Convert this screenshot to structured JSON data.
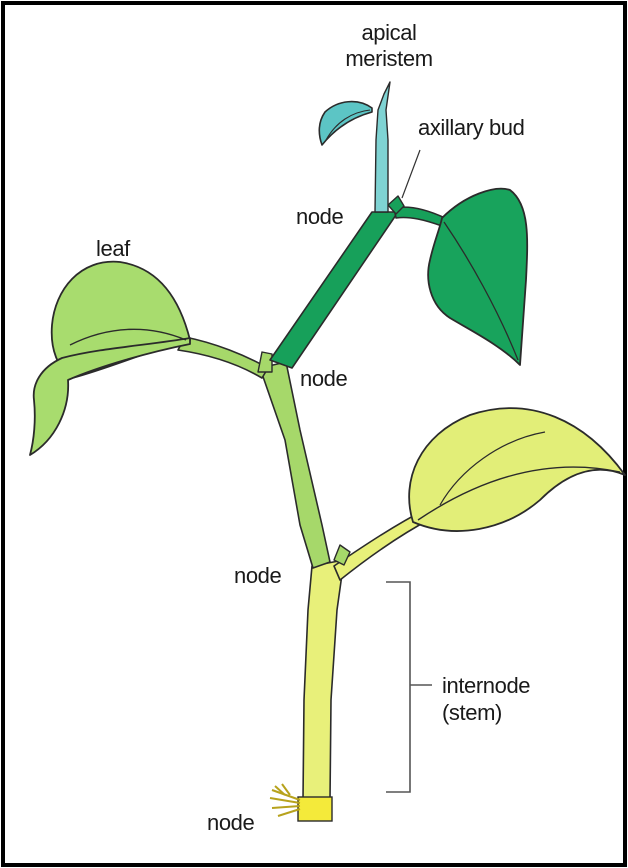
{
  "diagram": {
    "labels": {
      "apical_line1": "apical",
      "apical_line2": "meristem",
      "axillary_bud": "axillary bud",
      "leaf": "leaf",
      "node_top": "node",
      "node_upper": "node",
      "node_middle": "node",
      "node_bottom": "node",
      "internode_line1": "internode",
      "internode_line2": "(stem)"
    },
    "colors": {
      "frame": "#000000",
      "stem_lower": "#e8f07a",
      "stem_middle": "#a6d86a",
      "stem_upper": "#17a05a",
      "stem_top": "#7fd3d3",
      "apical_leaf": "#5cc5c5",
      "leaf_left": "#a8dc6e",
      "leaf_right_upper": "#18a35c",
      "leaf_right_lower": "#e2ee78",
      "outline": "#2b2b2b",
      "roots": "#f4ea3a"
    }
  }
}
